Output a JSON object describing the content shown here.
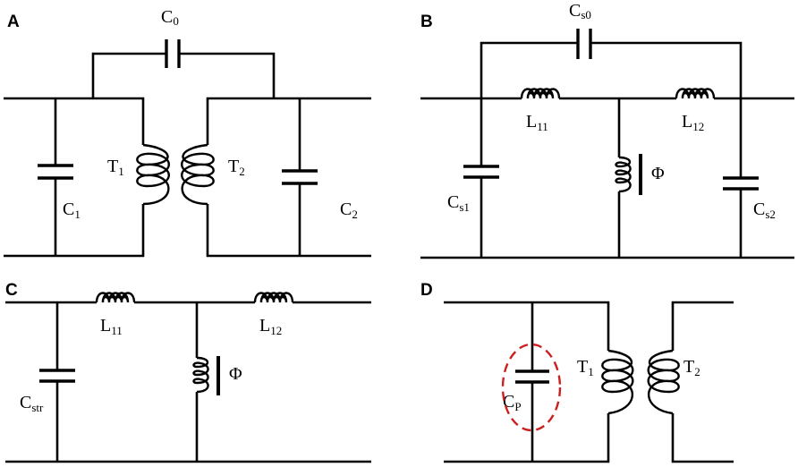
{
  "panels": {
    "a": {
      "panel_label": "A",
      "c0": {
        "main": "C",
        "sub": "0"
      },
      "c1": {
        "main": "C",
        "sub": "1"
      },
      "c2": {
        "main": "C",
        "sub": "2"
      },
      "t1": {
        "main": "T",
        "sub": "1"
      },
      "t2": {
        "main": "T",
        "sub": "2"
      }
    },
    "b": {
      "panel_label": "B",
      "cs0": {
        "main": "C",
        "sub": "s0"
      },
      "l11": {
        "main": "L",
        "sub": "11"
      },
      "l12": {
        "main": "L",
        "sub": "12"
      },
      "cs1": {
        "main": "C",
        "sub": "s1"
      },
      "cs2": {
        "main": "C",
        "sub": "s2"
      },
      "phi": "Φ"
    },
    "c": {
      "panel_label": "C",
      "l11": {
        "main": "L",
        "sub": "11"
      },
      "l12": {
        "main": "L",
        "sub": "12"
      },
      "cstr": {
        "main": "C",
        "sub": "str"
      },
      "phi": "Φ"
    },
    "d": {
      "panel_label": "D",
      "cp": {
        "main": "C",
        "sub": "P"
      },
      "t1": {
        "main": "T",
        "sub": "1"
      },
      "t2": {
        "main": "T",
        "sub": "2"
      },
      "highlight_color": "#cc1f1f"
    }
  }
}
